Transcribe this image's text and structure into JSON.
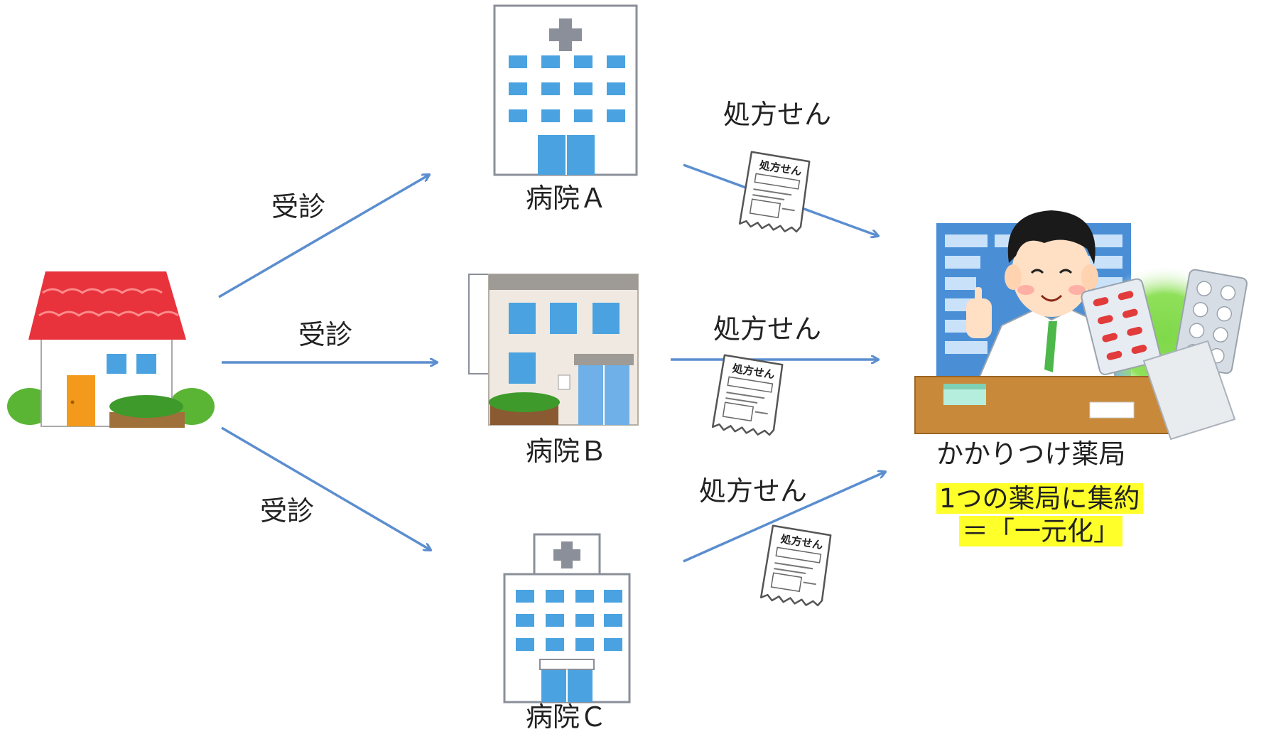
{
  "labels": {
    "visit_a": "受診",
    "visit_b": "受診",
    "visit_c": "受診",
    "hospital_a": "病院Ａ",
    "hospital_b": "病院Ｂ",
    "hospital_c": "病院Ｃ",
    "prescription_a": "処方せん",
    "prescription_b": "処方せん",
    "prescription_c": "処方せん",
    "pharmacy": "かかりつけ薬局",
    "summary_line1": "1つの薬局に集約",
    "summary_line2": "＝「一元化」",
    "sheet_title": "処方せん"
  },
  "colors": {
    "arrow": "#5b8ecf",
    "highlight": "#ffff2a",
    "window_blue": "#4aa3e0",
    "roof_red": "#e8323c",
    "glow_green": "#7fd84a"
  },
  "icons": [
    "house-icon",
    "hospital-icon",
    "clinic-icon",
    "prescription-icon",
    "pharmacist-icon"
  ]
}
